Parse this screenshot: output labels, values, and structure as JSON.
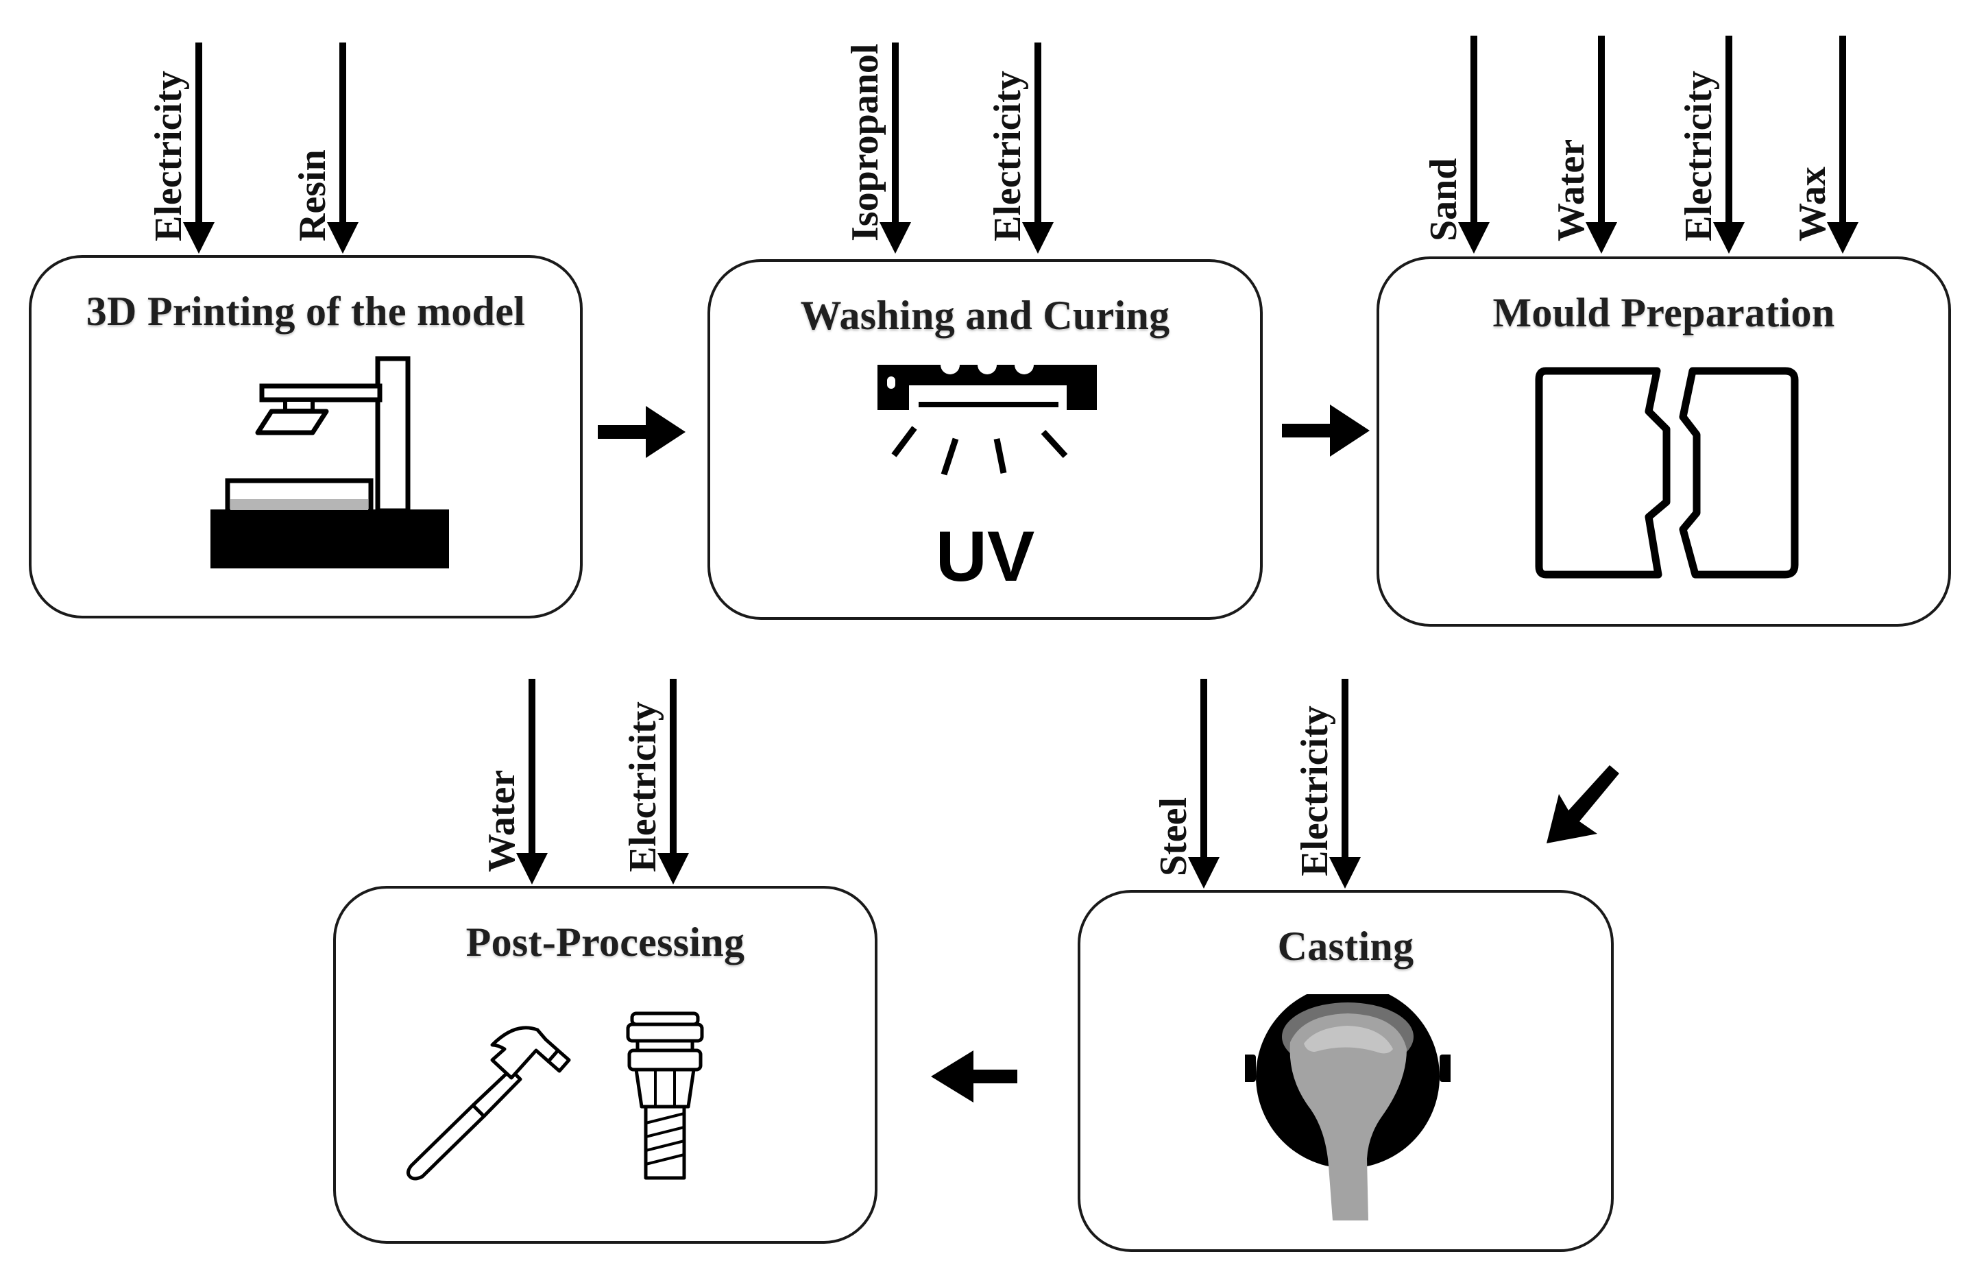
{
  "stages": [
    {
      "title": "3D Printing of the model",
      "icon": "printer-icon",
      "inputs": [
        "Electricity",
        "Resin"
      ]
    },
    {
      "title": "Washing and Curing",
      "icon": "uv-curing-lamp-icon",
      "icon_text": "UV",
      "inputs": [
        "Isopropanol",
        "Electricity"
      ]
    },
    {
      "title": "Mould Preparation",
      "icon": "mould-halves-icon",
      "inputs": [
        "Sand",
        "Water",
        "Electricity",
        "Wax"
      ]
    },
    {
      "title": "Post-Processing",
      "icon": "hammer-and-part-icon",
      "inputs": [
        "Water",
        "Electricity"
      ]
    },
    {
      "title": "Casting",
      "icon": "ladle-pouring-icon",
      "inputs": [
        "Steel",
        "Electricity"
      ]
    }
  ],
  "flow": [
    {
      "from": "3D Printing of the model",
      "to": "Washing and Curing",
      "direction": "right"
    },
    {
      "from": "Washing and Curing",
      "to": "Mould Preparation",
      "direction": "right"
    },
    {
      "from": "Mould Preparation",
      "to": "Casting",
      "direction": "down-left"
    },
    {
      "from": "Casting",
      "to": "Post-Processing",
      "direction": "left"
    }
  ],
  "colors": {
    "stroke": "#1a1a1a",
    "fill": "#000000",
    "grey": "#9a9a9a",
    "light_grey": "#c8c8c8"
  }
}
